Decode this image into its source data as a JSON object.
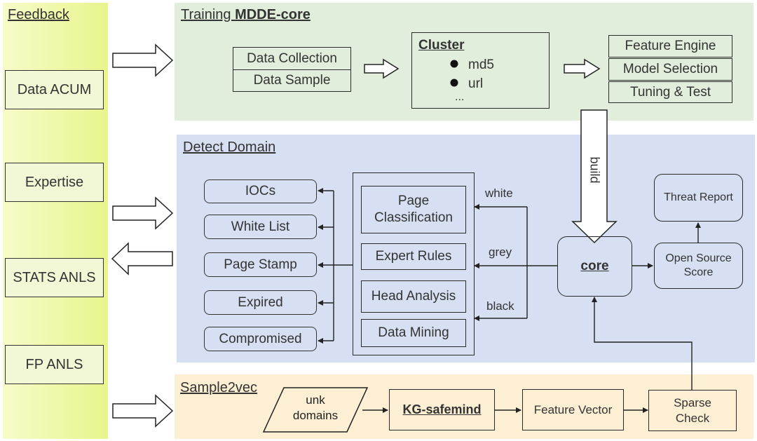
{
  "feedback": {
    "title": "Feedback",
    "items": [
      "Data ACUM",
      "Expertise",
      "STATS ANLS",
      "FP ANLS"
    ]
  },
  "training": {
    "title_prefix": "Training ",
    "title_bold": "MDDE-core",
    "data_collection": "Data Collection",
    "data_sample": "Data Sample",
    "cluster": {
      "title": "Cluster",
      "items": [
        "md5",
        "url"
      ],
      "ellipsis": "..."
    },
    "feature_engine": "Feature Engine",
    "model_selection": "Model Selection",
    "tuning_test": "Tuning & Test"
  },
  "build_label": "build",
  "detect": {
    "title": "Detect Domain",
    "outputs": [
      "IOCs",
      "White List",
      "Page Stamp",
      "Expired",
      "Compromised"
    ],
    "analysis": [
      "Page Classification",
      "Expert Rules",
      "Head Analysis",
      "Data Mining"
    ],
    "edge_labels": [
      "white",
      "grey",
      "black"
    ],
    "core": "core",
    "open_source_score": "Open Source Score",
    "threat_report": "Threat Report"
  },
  "sample2vec": {
    "title": "Sample2vec",
    "unk_domains": "unk domains",
    "kg": "KG-safemind",
    "feature_vector": "Feature Vector",
    "sparse_check": "Sparse Check"
  }
}
